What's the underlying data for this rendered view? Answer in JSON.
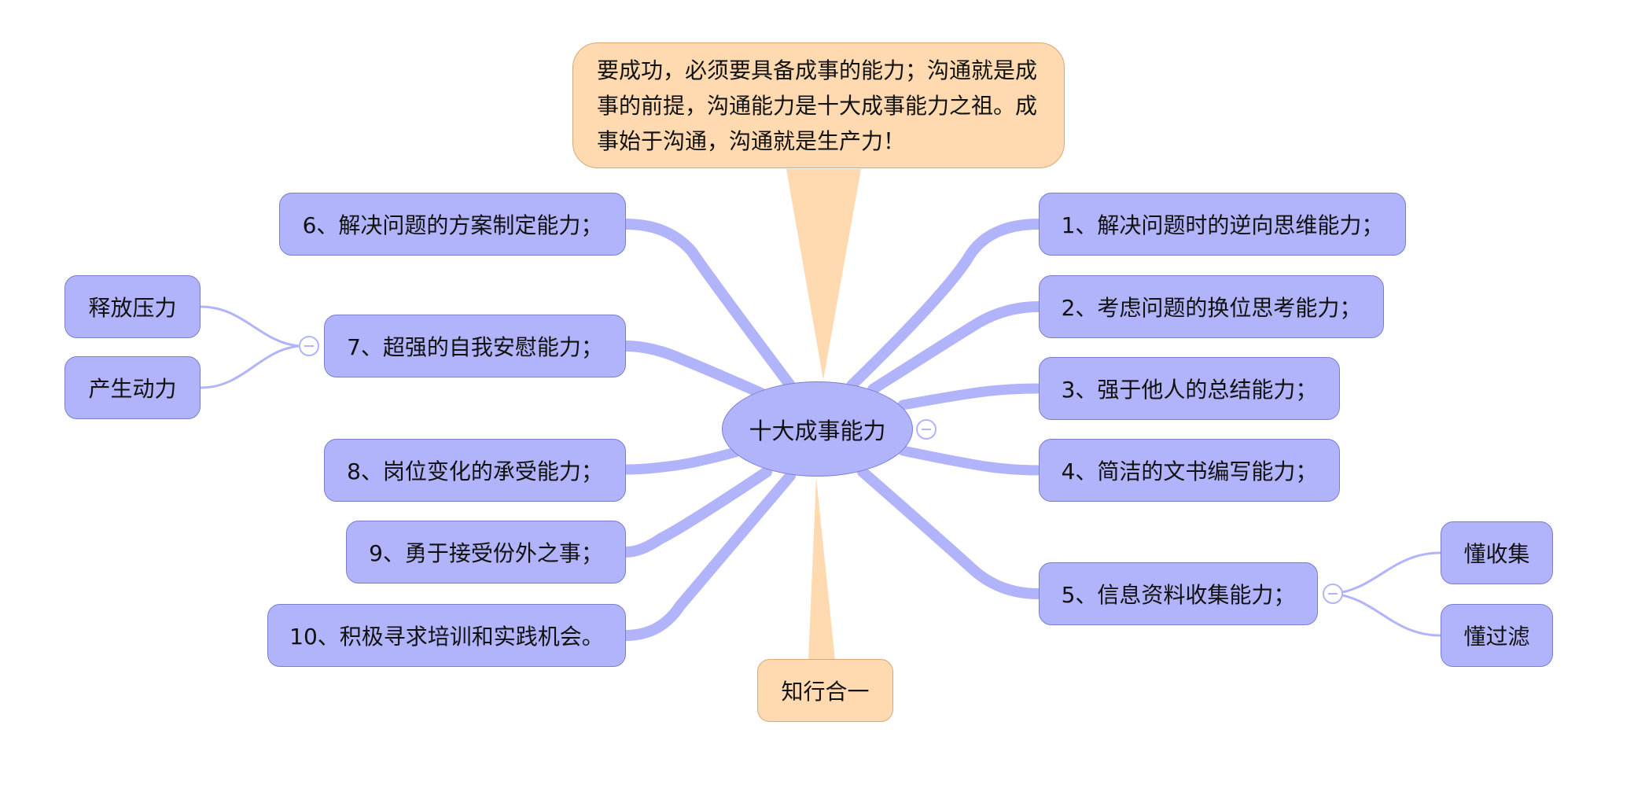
{
  "root": {
    "label": "十大成事能力"
  },
  "callout": {
    "text": "要成功，必须要具备成事的能力；沟通就是成事的前提，沟通能力是十大成事能力之祖。成事始于沟通，沟通就是生产力！"
  },
  "summary": {
    "label": "知行合一"
  },
  "branches": [
    {
      "label": "1、解决问题时的逆向思维能力；"
    },
    {
      "label": "2、考虑问题的换位思考能力；"
    },
    {
      "label": "3、强于他人的总结能力；"
    },
    {
      "label": "4、简洁的文书编写能力；"
    },
    {
      "label": "5、信息资料收集能力；",
      "children": [
        {
          "label": "懂收集"
        },
        {
          "label": "懂过滤"
        }
      ]
    },
    {
      "label": "6、解决问题的方案制定能力；"
    },
    {
      "label": "7、超强的自我安慰能力；",
      "children": [
        {
          "label": "释放压力"
        },
        {
          "label": "产生动力"
        }
      ]
    },
    {
      "label": "8、岗位变化的承受能力；"
    },
    {
      "label": "9、勇于接受份外之事；"
    },
    {
      "label": "10、积极寻求培训和实践机会。"
    }
  ],
  "colors": {
    "topic_fill": "#b1b4fa",
    "topic_border": "#7a7ed0",
    "callout_fill": "#ffd9b0",
    "callout_border": "#d7a878",
    "connector": "#b1b4fa",
    "callout_pointer": "#ffd9b0"
  }
}
